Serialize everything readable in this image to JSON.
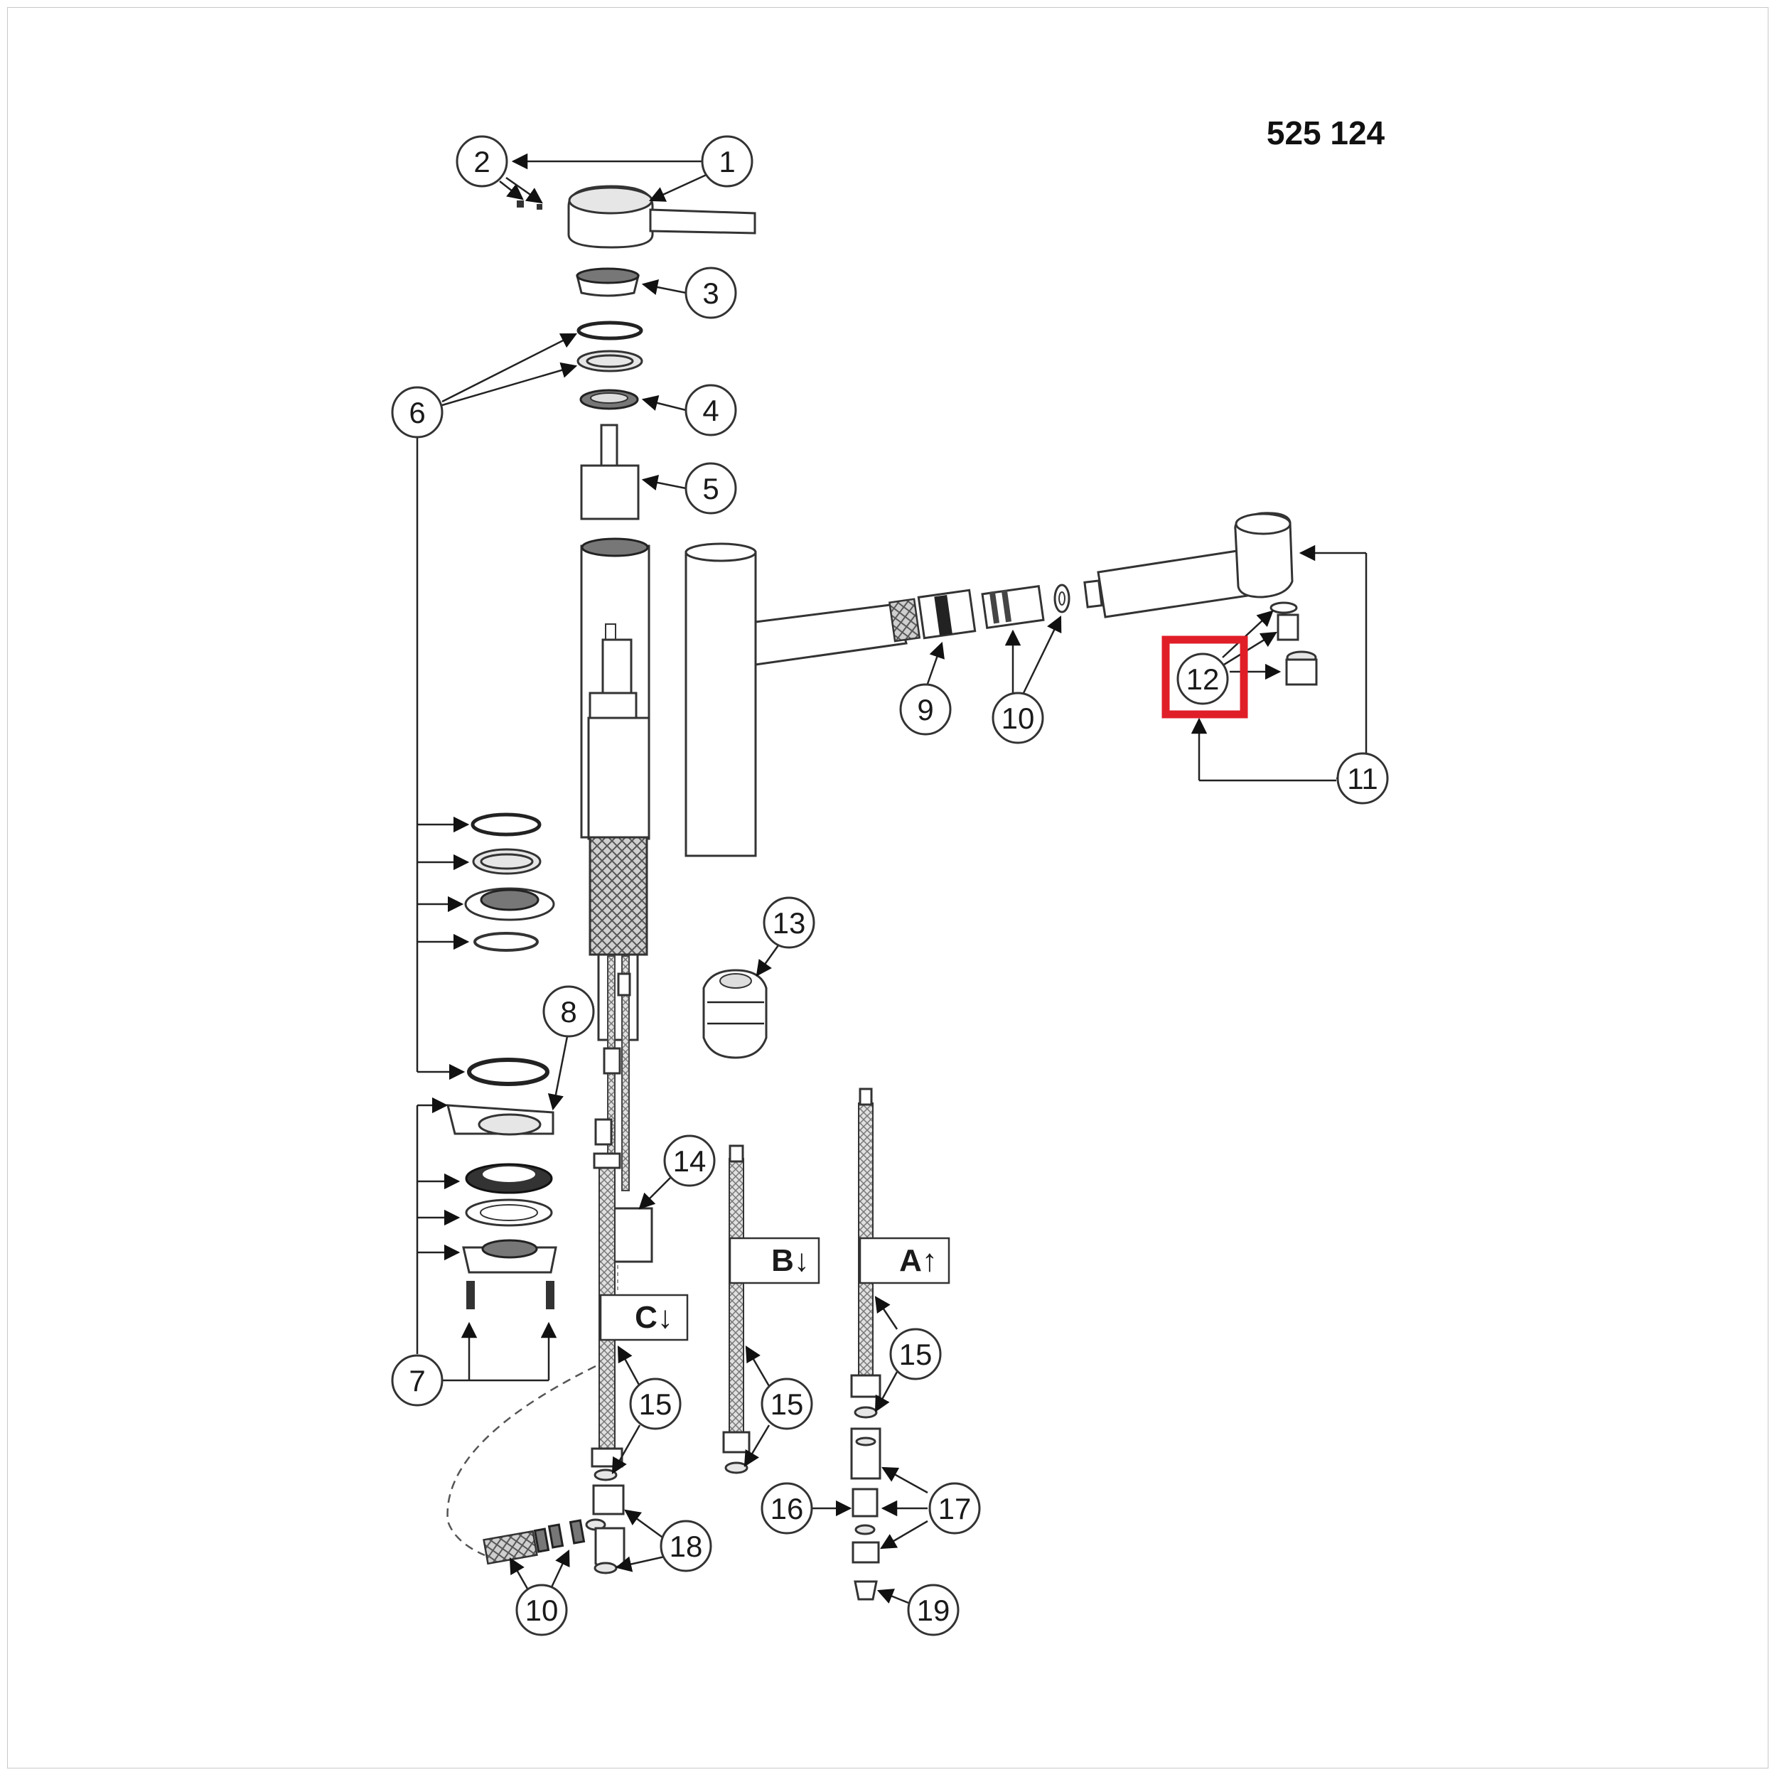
{
  "diagram": {
    "model_number": "525 124",
    "highlight_color": "#e01e28",
    "highlighted_callout": "12",
    "callouts": [
      {
        "id": "c1",
        "label": "1"
      },
      {
        "id": "c2",
        "label": "2"
      },
      {
        "id": "c3",
        "label": "3"
      },
      {
        "id": "c4",
        "label": "4"
      },
      {
        "id": "c5",
        "label": "5"
      },
      {
        "id": "c6",
        "label": "6"
      },
      {
        "id": "c7",
        "label": "7"
      },
      {
        "id": "c8",
        "label": "8"
      },
      {
        "id": "c9",
        "label": "9"
      },
      {
        "id": "c10a",
        "label": "10"
      },
      {
        "id": "c10b",
        "label": "10"
      },
      {
        "id": "c11",
        "label": "11"
      },
      {
        "id": "c12",
        "label": "12"
      },
      {
        "id": "c13",
        "label": "13"
      },
      {
        "id": "c14",
        "label": "14"
      },
      {
        "id": "c15a",
        "label": "15"
      },
      {
        "id": "c15b",
        "label": "15"
      },
      {
        "id": "c15c",
        "label": "15"
      },
      {
        "id": "c16",
        "label": "16"
      },
      {
        "id": "c17",
        "label": "17"
      },
      {
        "id": "c18",
        "label": "18"
      },
      {
        "id": "c19",
        "label": "19"
      }
    ],
    "hose_labels": [
      {
        "id": "hA",
        "label": "A↑"
      },
      {
        "id": "hB",
        "label": "B↓"
      },
      {
        "id": "hC",
        "label": "C↓"
      }
    ]
  }
}
